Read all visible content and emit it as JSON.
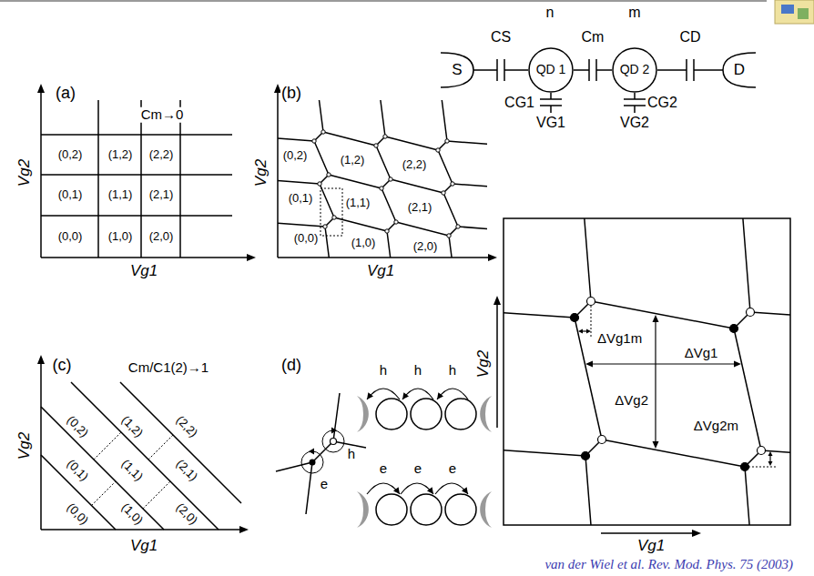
{
  "diagram": {
    "nodes": [
      {
        "text": [
          "S"
        ]
      },
      {
        "text": [
          "QD 1"
        ]
      },
      {
        "text": [
          "QD 2"
        ]
      },
      {
        "text": [
          "D"
        ]
      }
    ],
    "edges": [
      {
        "from": 0,
        "to": 1,
        "arrow": "none",
        "label": "CS"
      },
      {
        "from": 1,
        "to": 2,
        "arrow": "none",
        "label": "Cm"
      },
      {
        "from": 2,
        "to": 3,
        "arrow": "none",
        "label": "CD"
      }
    ],
    "labels": [
      "n",
      "m",
      "CG1",
      "CG2",
      "VG1",
      "VG2",
      "(a)",
      "Cm→0",
      "(0,2)",
      "(1,2)",
      "(2,2)",
      "(0,1)",
      "(1,1)",
      "(2,1)",
      "(0,0)",
      "(1,0)",
      "(2,0)",
      "Vg2",
      "Vg1",
      "(b)",
      "(0,2)",
      "(1,2)",
      "(2,2)",
      "(0,1)",
      "(1,1)",
      "(2,1)",
      "(0,0)",
      "(1,0)",
      "(2,0)",
      "Vg2",
      "Vg1",
      "(c)",
      "Cm/C1(2)→1",
      "(0,2)",
      "(1,2)",
      "(2,2)",
      "(0,1)",
      "(1,1)",
      "(2,1)",
      "(0,0)",
      "(1,0)",
      "(2,0)",
      "Vg2",
      "Vg1",
      "(d)",
      "h",
      "h",
      "h",
      "h",
      "e",
      "e",
      "e",
      "e",
      "ΔVg1m",
      "ΔVg1",
      "ΔVg2",
      "ΔVg2m",
      "Vg2",
      "Vg1",
      "van der Wiel et al. Rev. Mod. Phys. 75 (2003)"
    ]
  }
}
